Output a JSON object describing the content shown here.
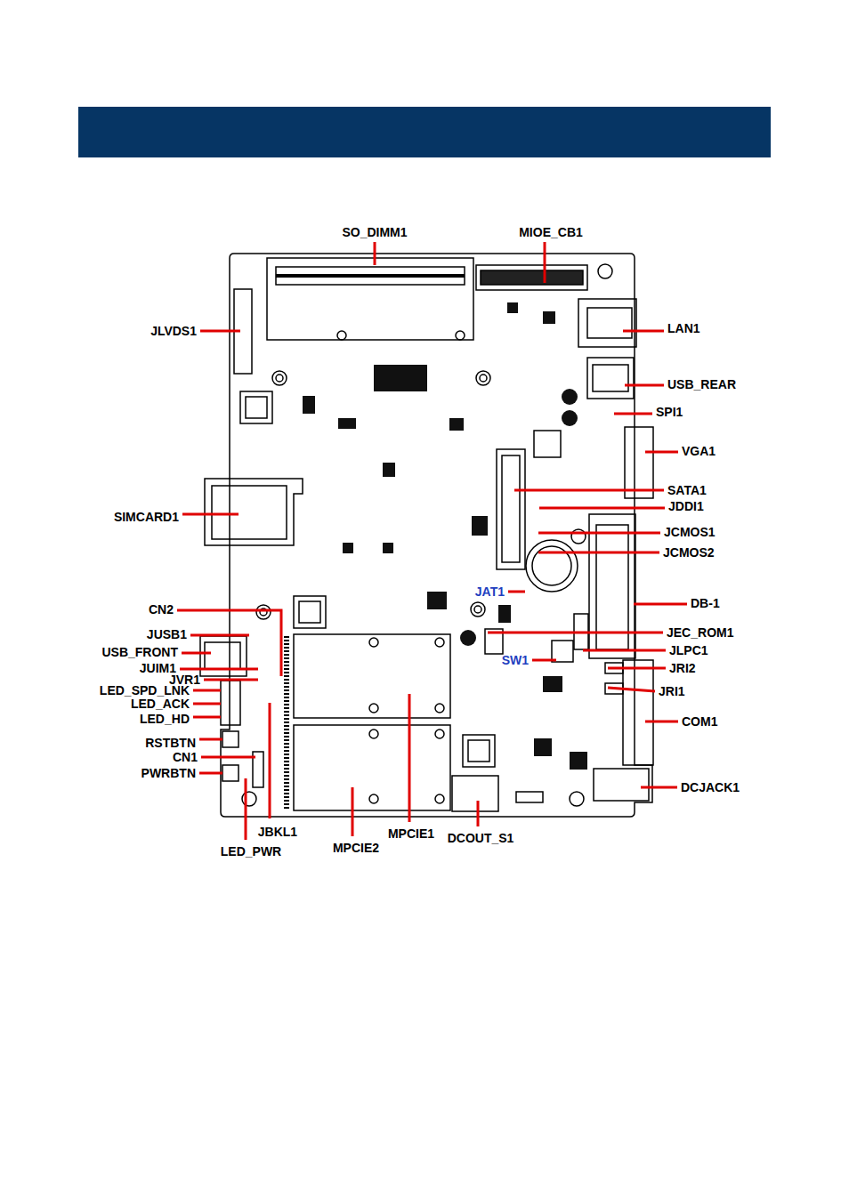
{
  "diagram": {
    "labels": [
      "SO_DIMM1",
      "MIOE_CB1",
      "JLVDS1",
      "LAN1",
      "USB_REAR",
      "SPI1",
      "VGA1",
      "SATA1",
      "JDDI1",
      "SIMCARD1",
      "JCMOS1",
      "JCMOS2",
      "JAT1",
      "DB-1",
      "CN2",
      "JEC_ROM1",
      "JUSB1",
      "USB_FRONT",
      "JLPC1",
      "SW1",
      "JUIM1",
      "JRI2",
      "JVR1",
      "LED_SPD_LNK",
      "JRI1",
      "LED_ACK",
      "LED_HD",
      "COM1",
      "RSTBTN",
      "CN1",
      "PWRBTN",
      "DCJACK1",
      "JBKL1",
      "MPCIE1",
      "DCOUT_S1",
      "LED_PWR",
      "MPCIE2"
    ]
  }
}
